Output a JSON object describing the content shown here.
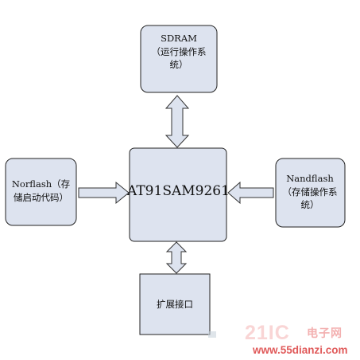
{
  "diagram": {
    "nodes": [
      {
        "id": "sdram",
        "lines": [
          "SDRAM",
          "（运行操作系",
          "统）"
        ]
      },
      {
        "id": "cpu",
        "lines": [
          "AT91SAM9261"
        ]
      },
      {
        "id": "norflash",
        "lines": [
          "Norflash（存",
          "储启动代码）"
        ]
      },
      {
        "id": "nandflash",
        "lines": [
          "Nandflash",
          "（存储操作系",
          "统）"
        ]
      },
      {
        "id": "extension",
        "lines": [
          "扩展接口"
        ]
      }
    ],
    "edges": [
      {
        "from": "sdram",
        "to": "cpu",
        "direction": "bidirectional"
      },
      {
        "from": "norflash",
        "to": "cpu",
        "direction": "one-way"
      },
      {
        "from": "nandflash",
        "to": "cpu",
        "direction": "one-way"
      },
      {
        "from": "extension",
        "to": "cpu",
        "direction": "bidirectional"
      }
    ]
  },
  "watermark": {
    "big": "21IC",
    "cn": "电子网",
    "url": "www.55dianzi.com"
  },
  "colors": {
    "box_fill": "#dde3ef",
    "box_stroke": "#222222",
    "arrow_fill": "#dde3ef",
    "arrow_stroke": "#333333"
  }
}
